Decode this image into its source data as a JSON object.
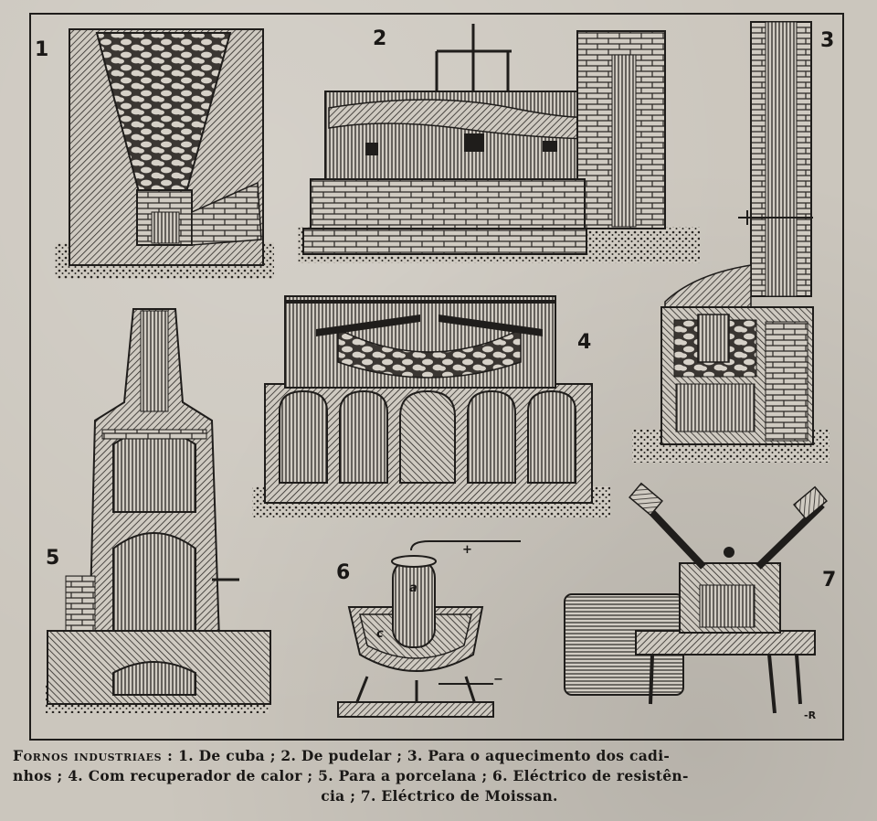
{
  "figures": [
    {
      "number": "1"
    },
    {
      "number": "2"
    },
    {
      "number": "3"
    },
    {
      "number": "4"
    },
    {
      "number": "5"
    },
    {
      "number": "6"
    },
    {
      "number": "7"
    }
  ],
  "labels": {
    "plus": "+",
    "minus": "−",
    "a": "a",
    "c": "c",
    "signature": "-R"
  },
  "caption": {
    "lead": "Fornos industriaes :",
    "line1_rest": " 1. De cuba ; 2. De pudelar ; 3. Para o aquecimento dos cadi-",
    "line2": "nhos ; 4. Com recuperador de calor ; 5. Para a porcelana ; 6. Eléctrico de resistên-",
    "line3": "cia ; 7. Eléctrico de Moissan."
  }
}
